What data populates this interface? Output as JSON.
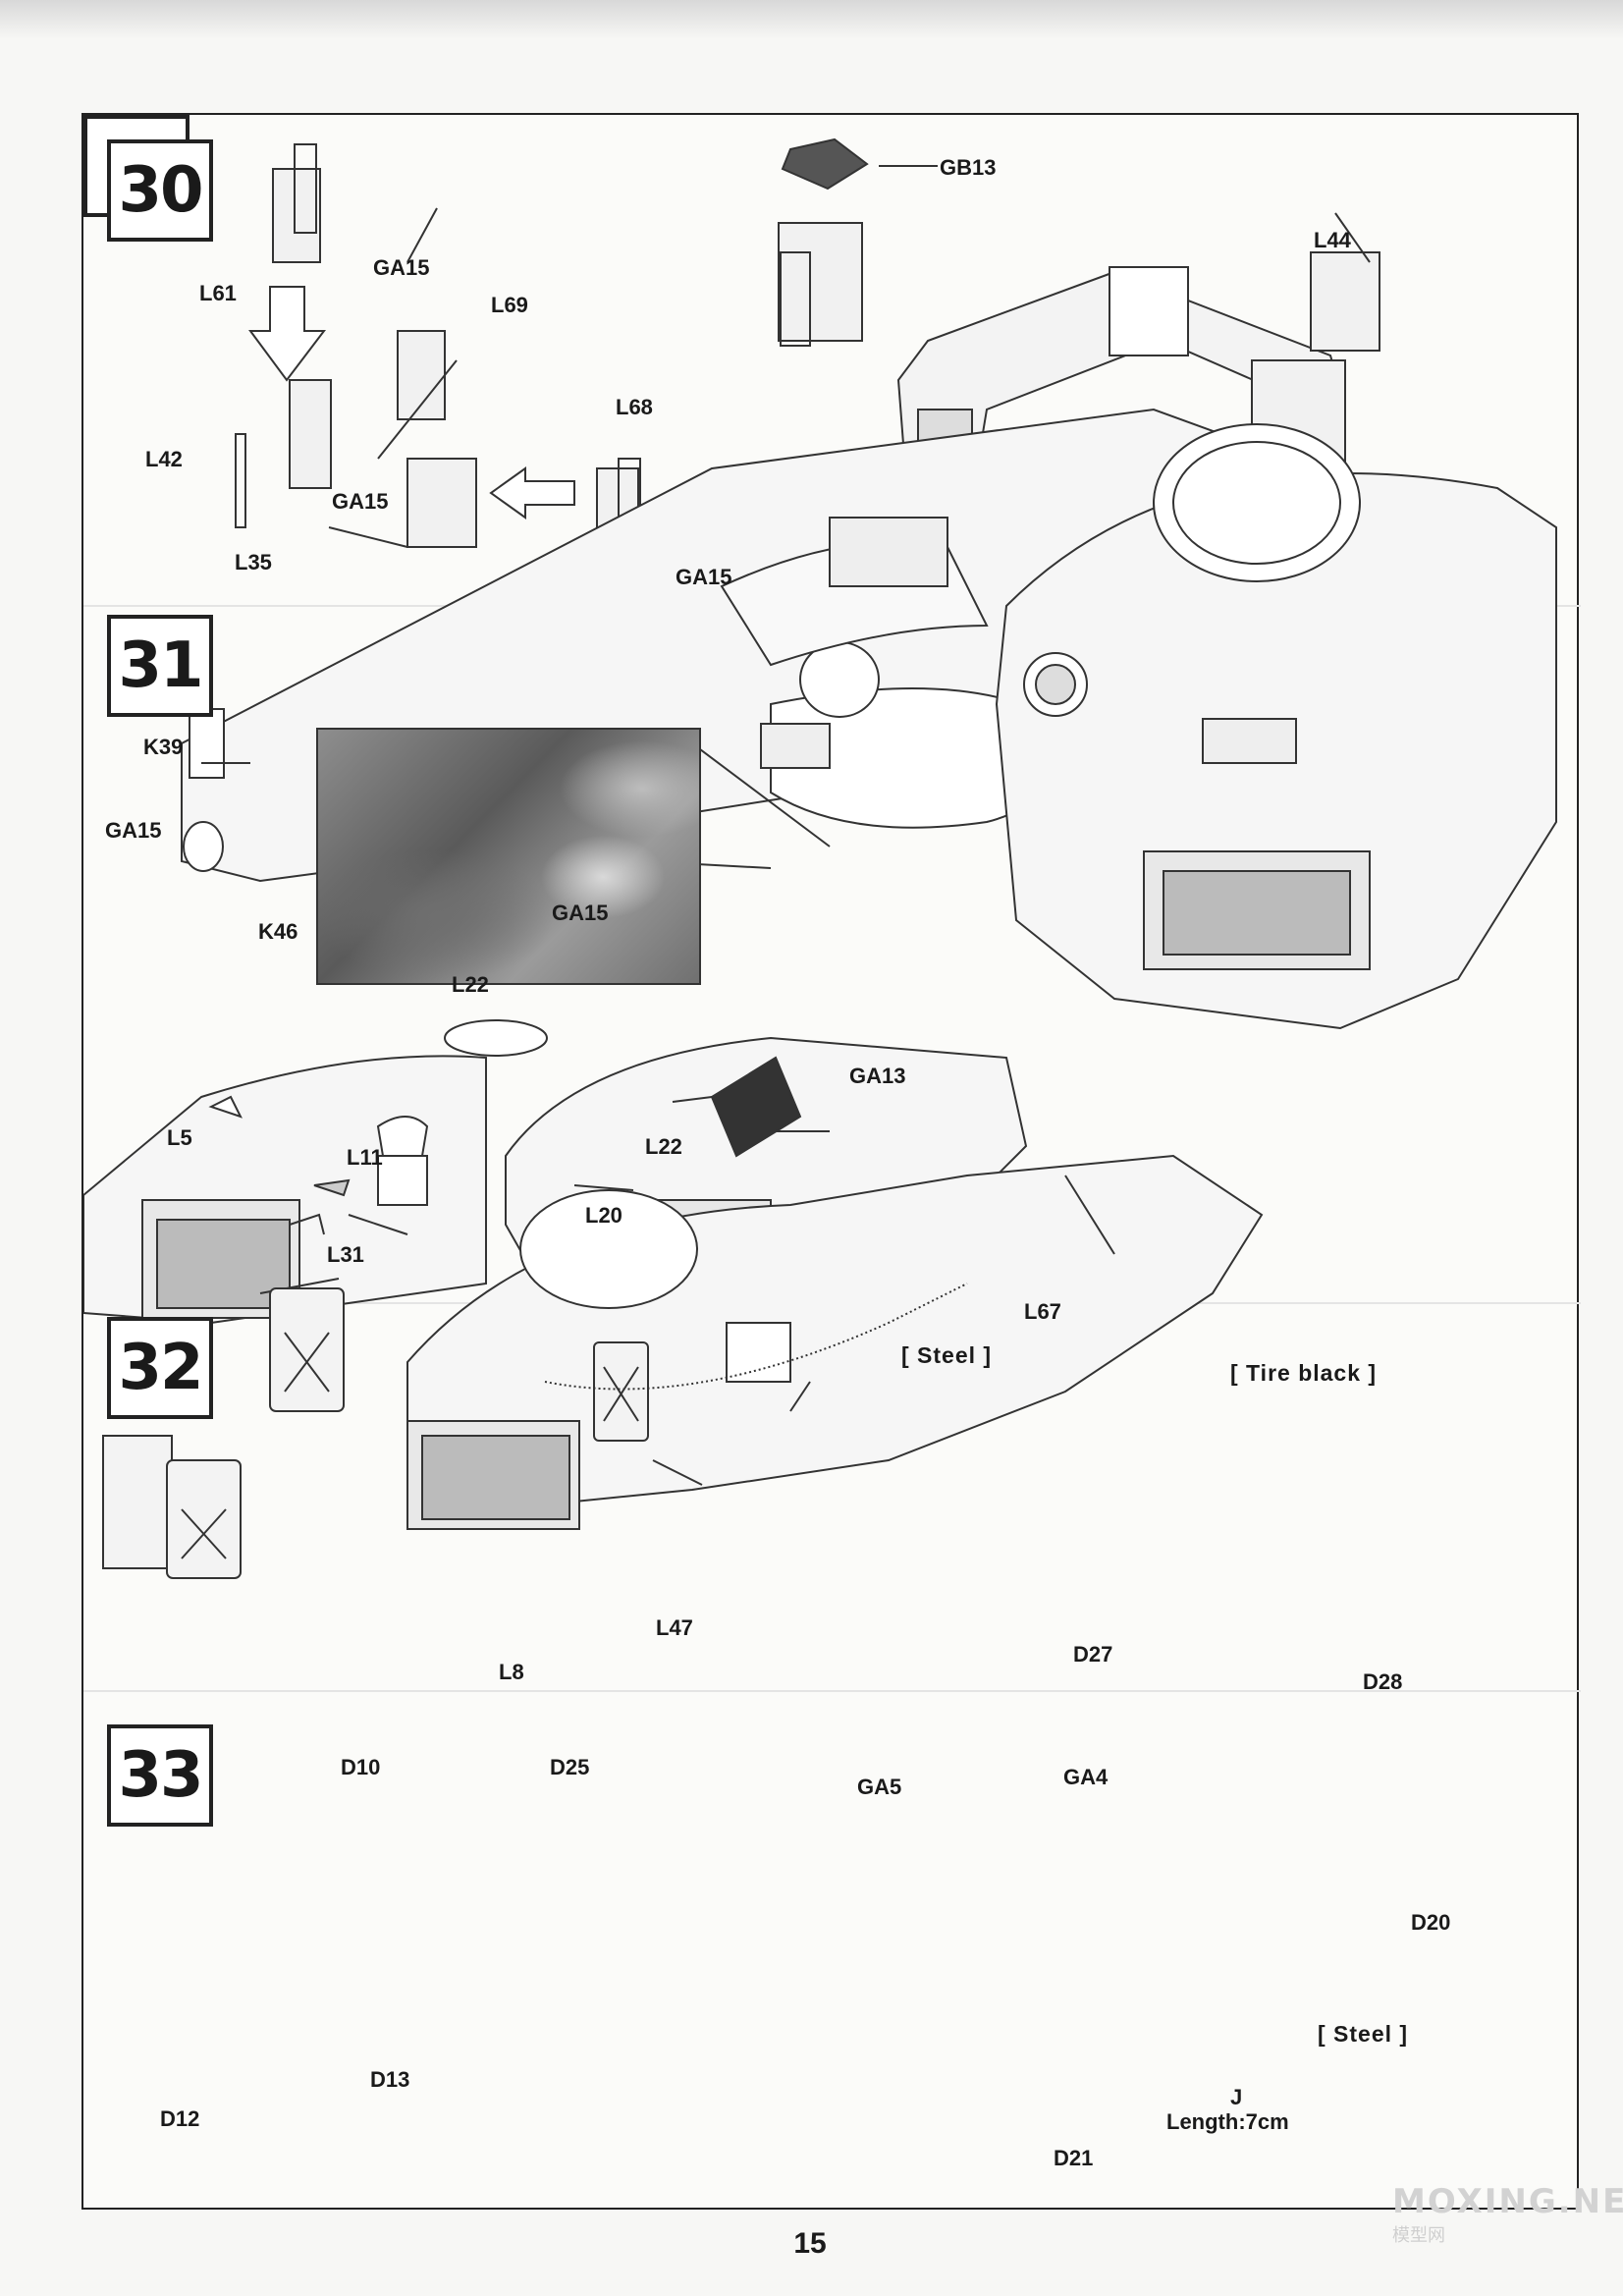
{
  "page_number": "15",
  "watermark": {
    "brand": "MOXING.NET",
    "subtitle": "模型网"
  },
  "steps": [
    {
      "number": "30",
      "labels": [
        "GB13",
        "L44",
        "L61",
        "GA15",
        "L69",
        "L42",
        "GA15",
        "L68",
        "L35",
        "GA15"
      ]
    },
    {
      "number": "31",
      "labels": [
        "K39",
        "GA15",
        "K46",
        "L5",
        "L22",
        "GA15",
        "GA13",
        "L11",
        "L22",
        "L20",
        "L31"
      ]
    },
    {
      "number": "32",
      "labels": [
        "L67",
        "[ Steel ]",
        "[ Tire black ]",
        "L47",
        "L8",
        "D27",
        "D28"
      ]
    },
    {
      "number": "33",
      "labels": [
        "D10",
        "D25",
        "D13",
        "D12",
        "GA5",
        "GA4",
        "D20",
        "[ Steel ]",
        "J",
        "Length:7cm",
        "D21"
      ]
    }
  ]
}
